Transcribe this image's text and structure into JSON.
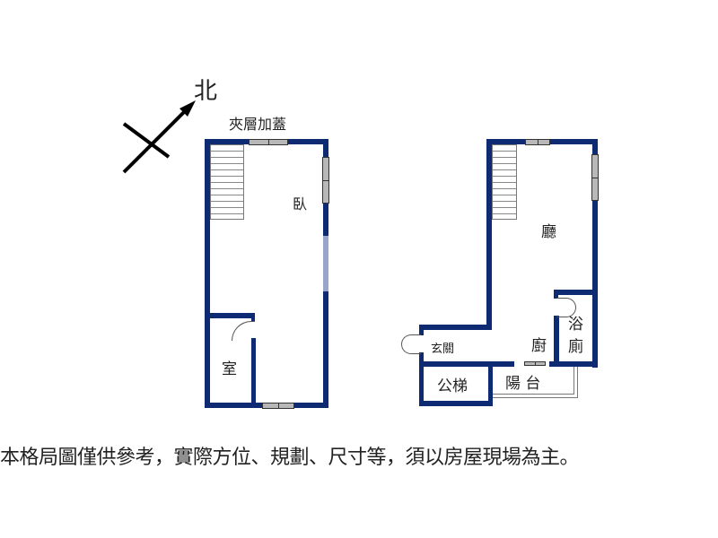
{
  "compass": {
    "north_label": "北"
  },
  "mezzanine_plan": {
    "title": "夾層加蓋",
    "rooms": {
      "bedroom": "臥",
      "room": "室"
    }
  },
  "main_plan": {
    "rooms": {
      "living": "廳",
      "entrance": "玄關",
      "kitchen": "廚",
      "bath_top": "浴",
      "bath_bottom": "廁",
      "public_stairs": "公梯",
      "balcony": "陽 台"
    }
  },
  "colors": {
    "wall": "#0d2a73",
    "window": "#b8b8b8",
    "text": "#222222"
  },
  "disclaimer": "本格局圖僅供參考，實際方位、規劃、尺寸等，須以房屋現場為主。"
}
